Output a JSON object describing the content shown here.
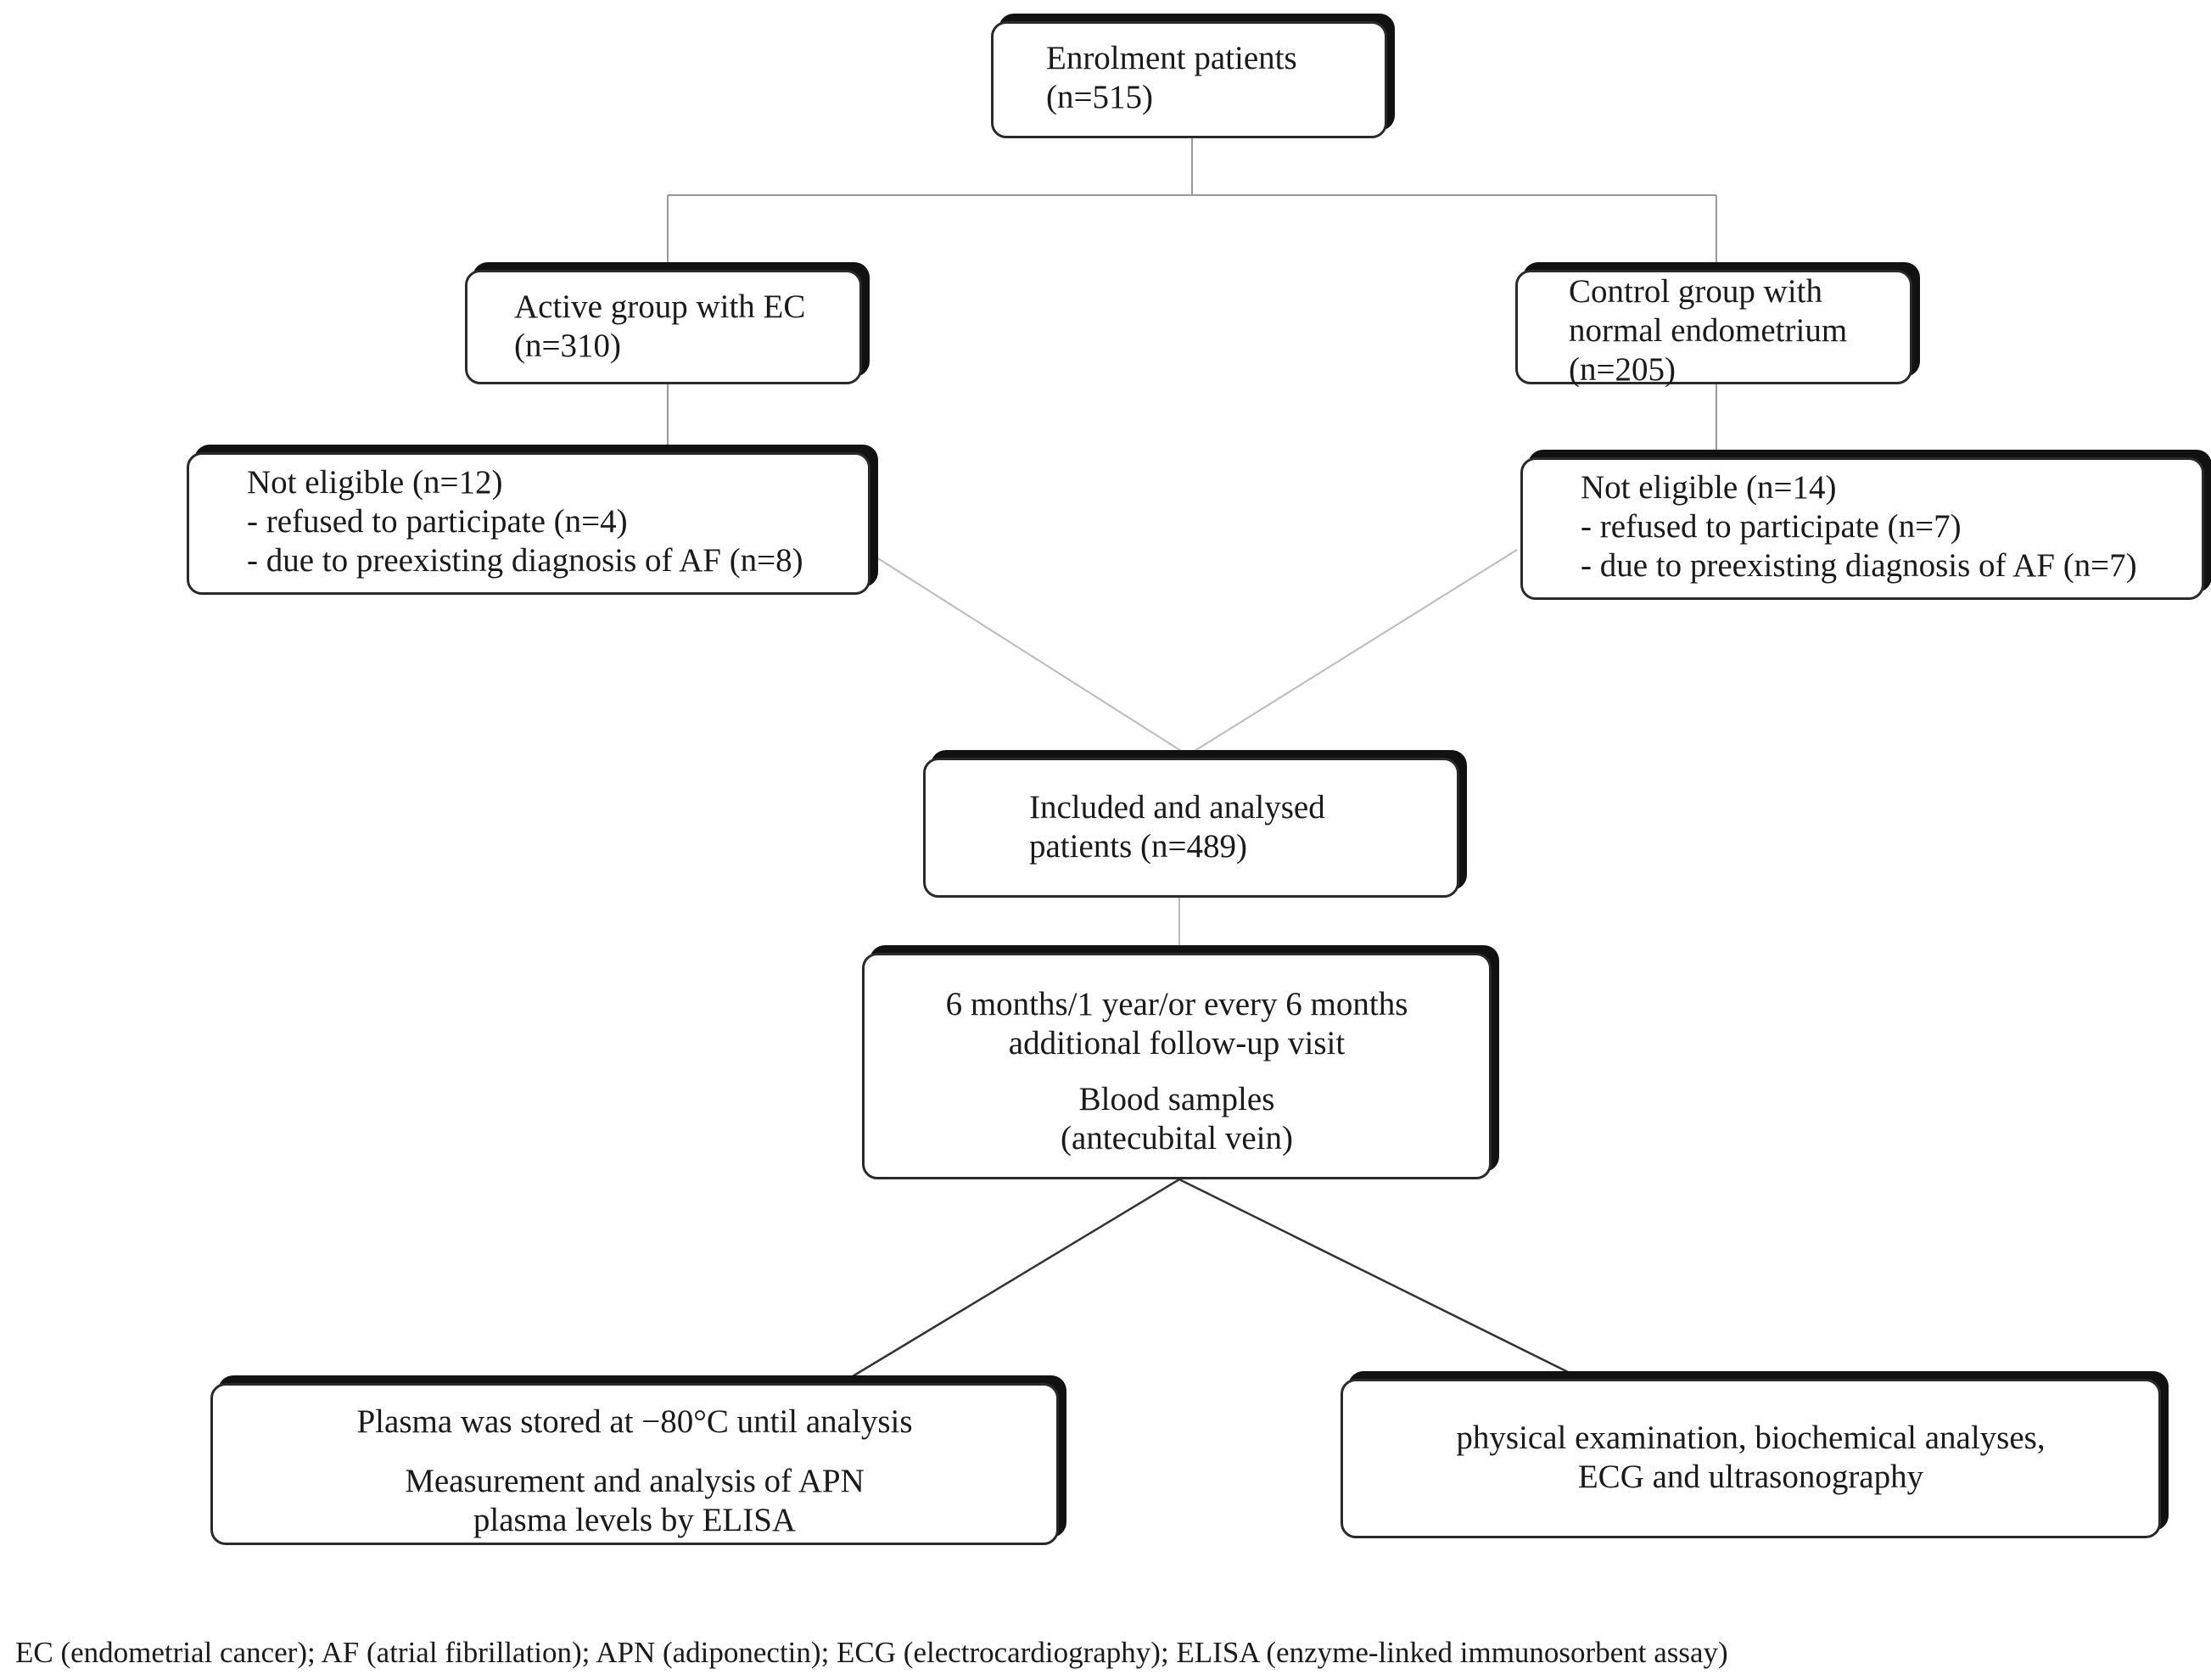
{
  "boxes": {
    "enrolment": [
      "Enrolment patients",
      "(n=515)"
    ],
    "active": [
      "Active group with EC",
      "(n=310)"
    ],
    "control": [
      "Control group with",
      "normal endometrium",
      "(n=205)"
    ],
    "not_eligible_left": [
      "Not eligible (n=12)",
      "- refused to participate (n=4)",
      "- due to preexisting diagnosis of AF (n=8)"
    ],
    "not_eligible_right": [
      "Not eligible (n=14)",
      "- refused to participate (n=7)",
      "- due to preexisting diagnosis of AF (n=7)"
    ],
    "included": [
      "Included and analysed",
      "patients (n=489)"
    ],
    "followup": [
      "6 months/1 year/or every 6 months",
      "additional follow-up visit",
      "Blood samples",
      "(antecubital vein)"
    ],
    "plasma": [
      "Plasma was stored at −80°C until analysis",
      "Measurement and analysis of APN",
      "plasma levels by ELISA"
    ],
    "exam": [
      "physical examination, biochemical analyses,",
      "ECG and ultrasonography"
    ]
  },
  "footnote": "EC (endometrial cancer); AF (atrial fibrillation); APN (adiponectin); ECG (electrocardiography); ELISA (enzyme-linked immunosorbent assay)"
}
